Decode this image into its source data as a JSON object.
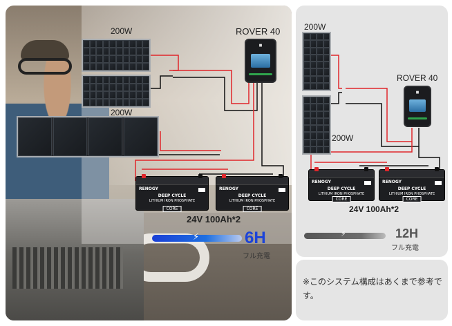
{
  "left": {
    "panel_top_label": "200W",
    "panel_bottom_label": "200W",
    "controller_label": "ROVER 40",
    "battery_label": "24V 100Ah*2",
    "charge_hours": "6H",
    "charge_sub": "フル充電",
    "bolt": "⚡"
  },
  "right": {
    "panel_top_label": "200W",
    "panel_bottom_label": "200W",
    "controller_label": "ROVER 40",
    "battery_label": "24V 100Ah*2",
    "charge_hours": "12H",
    "charge_sub": "フル充電",
    "bolt": "⚡"
  },
  "battery": {
    "brand": "RENOGY",
    "line1": "DEEP CYCLE",
    "line2": "LITHIUM IRON PHOSPHATE",
    "badge": "CORE"
  },
  "note": "※このシステム構成はあくまで参考です。",
  "colors": {
    "left_bar": "#1c44d8",
    "right_bar": "#555555",
    "wire_red": "#e0262b",
    "wire_black": "#111111"
  }
}
